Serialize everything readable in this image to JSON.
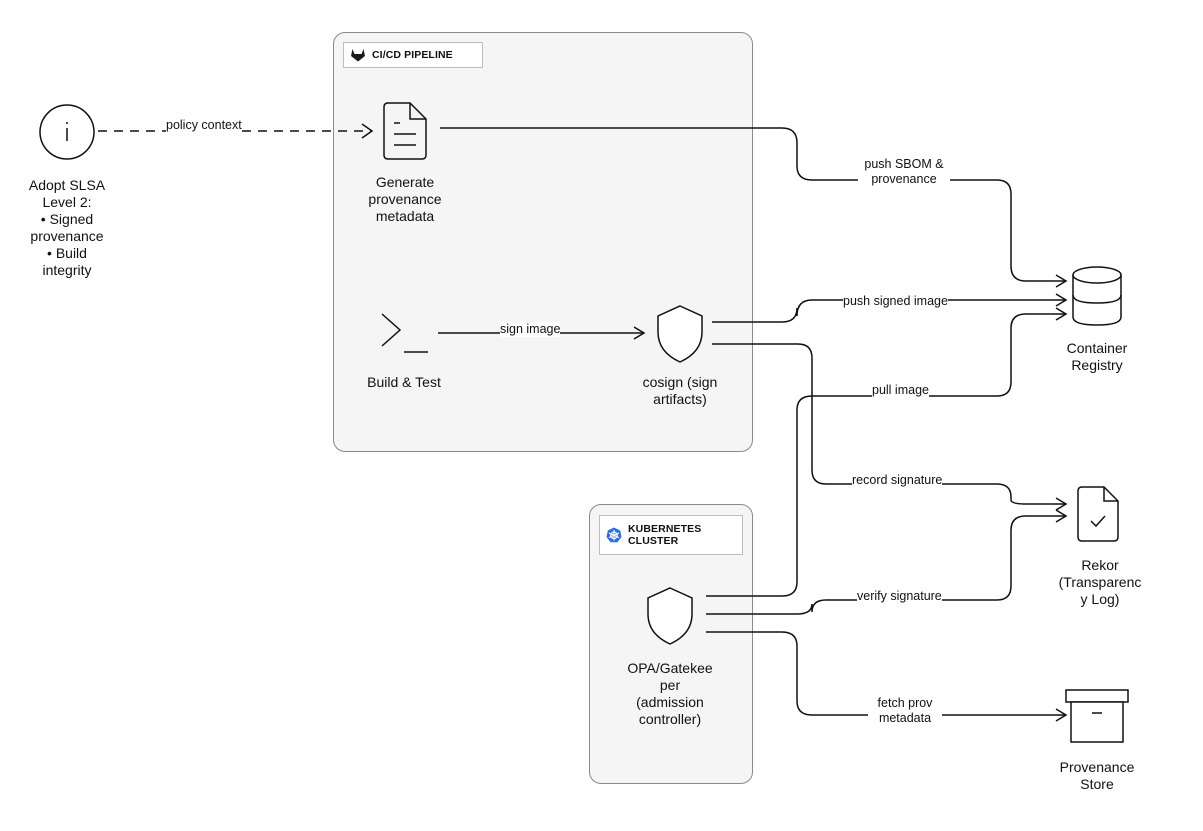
{
  "groups": {
    "cicd": {
      "title": "CI/CD PIPELINE"
    },
    "k8s": {
      "title": "KUBERNETES\nCLUSTER"
    }
  },
  "nodes": {
    "policy": {
      "label": "Adopt SLSA\nLevel 2:\n• Signed\nprovenance\n• Build\nintegrity",
      "icon": "info-icon"
    },
    "provenance_meta": {
      "label": "Generate\nprovenance\nmetadata",
      "icon": "document-icon"
    },
    "build_test": {
      "label": "Build & Test",
      "icon": "terminal-icon"
    },
    "cosign": {
      "label": "cosign (sign\nartifacts)",
      "icon": "shield-icon"
    },
    "registry": {
      "label": "Container\nRegistry",
      "icon": "database-icon"
    },
    "rekor": {
      "label": "Rekor\n(Transparenc\ny Log)",
      "icon": "file-check-icon"
    },
    "opa": {
      "label": "OPA/Gatekee\nper\n(admission\ncontroller)",
      "icon": "shield-icon"
    },
    "prov_store": {
      "label": "Provenance\nStore",
      "icon": "archive-icon"
    }
  },
  "edges": {
    "policy_context": "policy context",
    "push_sbom": "push SBOM &\nprovenance",
    "sign_image": "sign image",
    "push_signed": "push signed image",
    "pull_image": "pull image",
    "record_sig": "record signature",
    "verify_sig": "verify signature",
    "fetch_prov": "fetch prov\nmetadata"
  },
  "colors": {
    "group_fill": "#f5f5f5",
    "group_border": "#8a8a8a",
    "gitlab": "#1a1a1a",
    "kubernetes": "#326ce5",
    "line": "#111111"
  }
}
